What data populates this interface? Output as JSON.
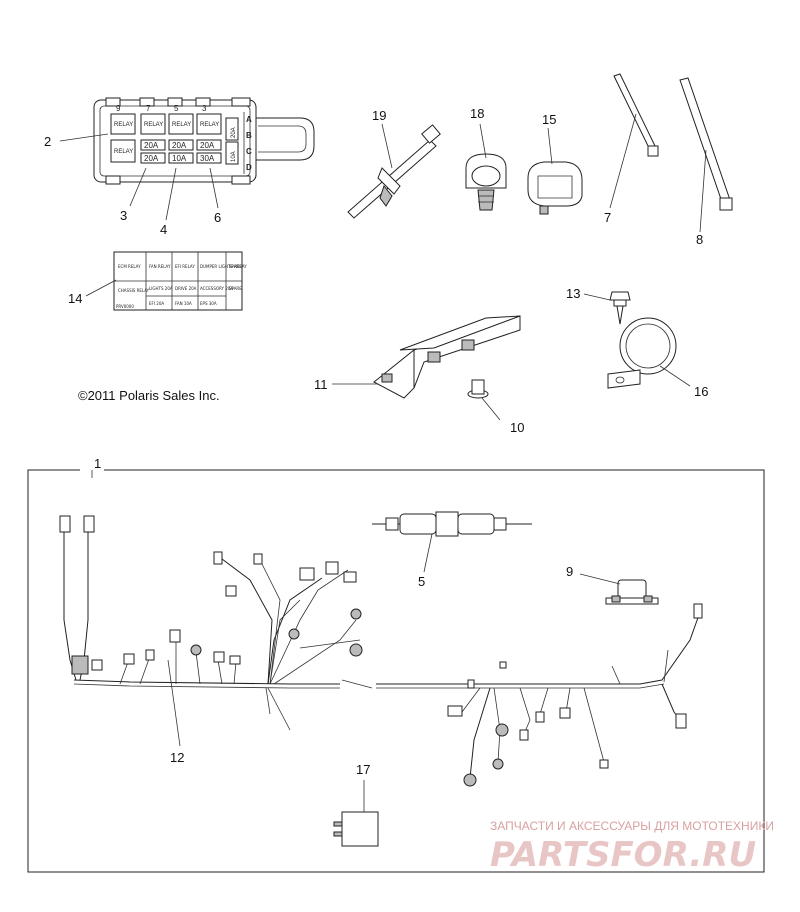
{
  "copyright": "©2011 Polaris Sales Inc.",
  "callouts": {
    "c1": "1",
    "c2": "2",
    "c3": "3",
    "c4": "4",
    "c5": "5",
    "c6": "6",
    "c7": "7",
    "c8": "8",
    "c9": "9",
    "c10": "10",
    "c11": "11",
    "c12": "12",
    "c13": "13",
    "c14": "14",
    "c15": "15",
    "c16": "16",
    "c17": "17",
    "c18": "18",
    "c19": "19"
  },
  "fuse_box": {
    "top_numbers": [
      "9",
      "7",
      "5",
      "3"
    ],
    "relay_label": "RELAY",
    "fuses": [
      "20A",
      "20A",
      "20A",
      "10A",
      "30A"
    ],
    "side_fuses": [
      "20A",
      "10A"
    ],
    "row_letters": [
      "A",
      "B",
      "C",
      "D"
    ]
  },
  "fuse_chart": {
    "row1": [
      "ECM RELAY",
      "FAN RELAY",
      "EFI RELAY",
      "DUMPER LIGHTS RELAY",
      "SPARE"
    ],
    "row2": [
      "CHASSIS RELAY",
      "LIGHTS 20A",
      "DRIVE 20A",
      "ACCESSORY 20A",
      "SPARE"
    ],
    "row3": [
      "",
      "EFI 20A",
      "FAN 10A",
      "EPS 30A",
      ""
    ],
    "id_code": "PRV0000"
  },
  "watermark": {
    "tagline": "ЗАПЧАСТИ И АКСЕССУАРЫ ДЛЯ МОТОТЕХНИКИ",
    "brand": "PARTSFOR.RU"
  }
}
